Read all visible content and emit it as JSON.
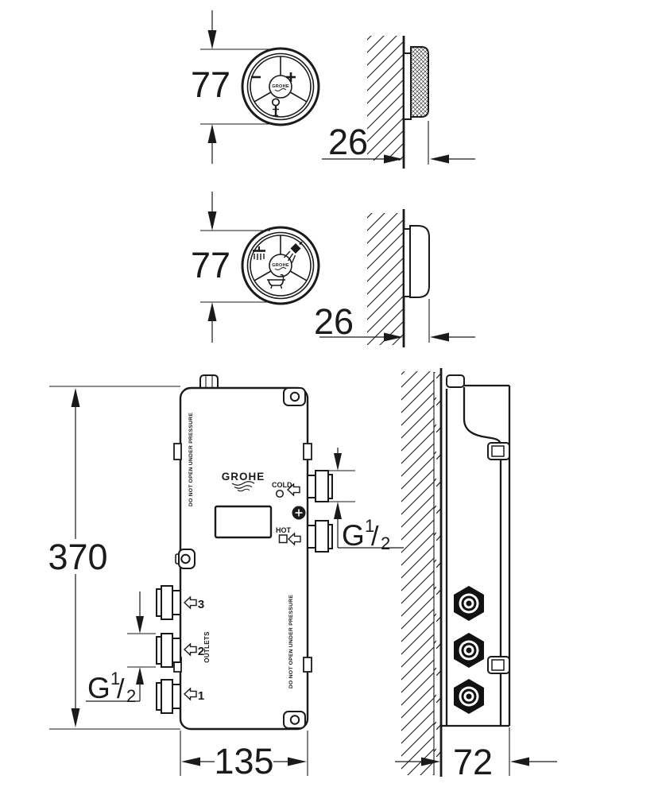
{
  "dial_temperature": {
    "brand": "GROHE",
    "left_icon": "minus",
    "right_icon": "plus",
    "bottom_icon": "thermometer",
    "dim_diameter": "77",
    "dim_depth": "26"
  },
  "dial_diverter": {
    "brand": "GROHE",
    "left_icon": "overhead-shower",
    "right_icon": "hand-shower",
    "bottom_icon": "bathtub",
    "dim_diameter": "77",
    "dim_depth": "26"
  },
  "control_unit": {
    "brand": "GROHE",
    "warning": "DO NOT OPEN UNDER PRESSURE",
    "cold_label": "COLD",
    "hot_label": "HOT",
    "outlets_label": "OUTLETS",
    "port_numbers": [
      "3",
      "2",
      "1"
    ],
    "dim_height": "370",
    "dim_width": "135",
    "dim_depth": "72",
    "thread": {
      "prefix": "G",
      "numerator": "1",
      "separator": "/",
      "denominator": "2"
    }
  }
}
